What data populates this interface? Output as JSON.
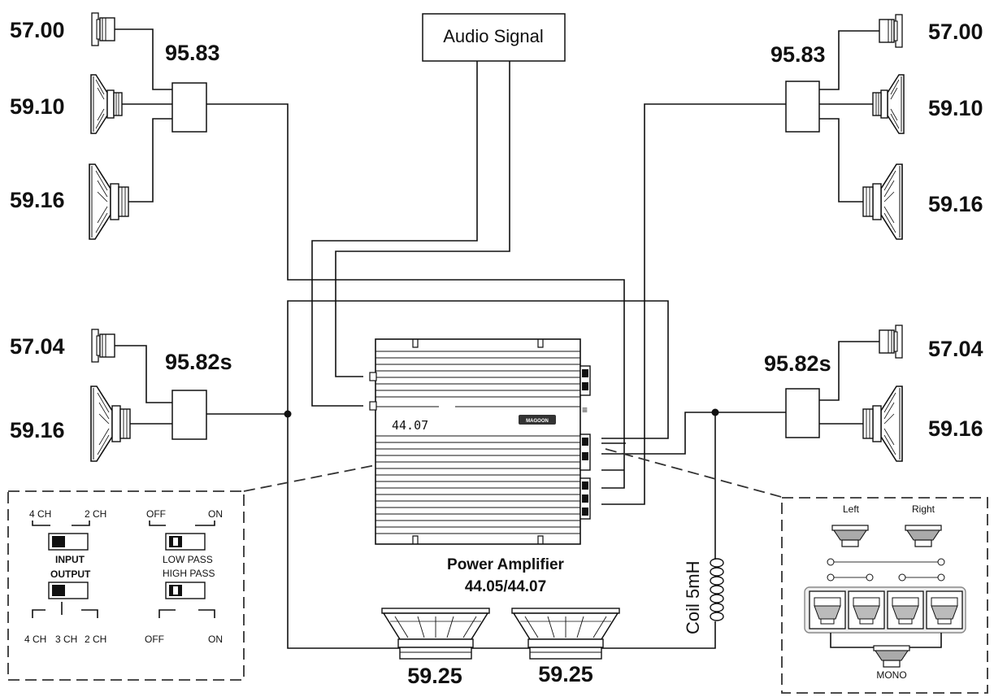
{
  "audio_signal": "Audio Signal",
  "left": {
    "tweeter_top": "57.00",
    "mid_top": "59.10",
    "woofer_top": "59.16",
    "crossover_top": "95.83",
    "tweeter_bottom": "57.04",
    "woofer_bottom": "59.16",
    "crossover_bottom": "95.82s"
  },
  "right": {
    "tweeter_top": "57.00",
    "mid_top": "59.10",
    "woofer_top": "59.16",
    "crossover_top": "95.83",
    "tweeter_bottom": "57.04",
    "woofer_bottom": "59.16",
    "crossover_bottom": "95.82s"
  },
  "amplifier": {
    "panel_label": "44.07",
    "brand": "MAGOON",
    "title": "Power Amplifier",
    "model": "44.05/44.07"
  },
  "subwoofers": {
    "left": "59.25",
    "right": "59.25"
  },
  "coil": "Coil 5mH",
  "switches": {
    "input_4ch": "4 CH",
    "input_2ch": "2 CH",
    "input_label": "INPUT",
    "output_label": "OUTPUT",
    "output_4ch": "4 CH",
    "output_3ch": "3 CH",
    "output_2ch": "2 CH",
    "lowpass_off": "OFF",
    "lowpass_on": "ON",
    "lowpass_label": "LOW PASS",
    "highpass_label": "HIGH PASS",
    "highpass_off": "OFF",
    "highpass_on": "ON"
  },
  "mono_box": {
    "left": "Left",
    "right": "Right",
    "mono": "MONO"
  },
  "icons": [
    "tweeter-icon",
    "midrange-speaker-icon",
    "woofer-icon",
    "subwoofer-icon",
    "coil-icon",
    "dip-switch-icon"
  ]
}
